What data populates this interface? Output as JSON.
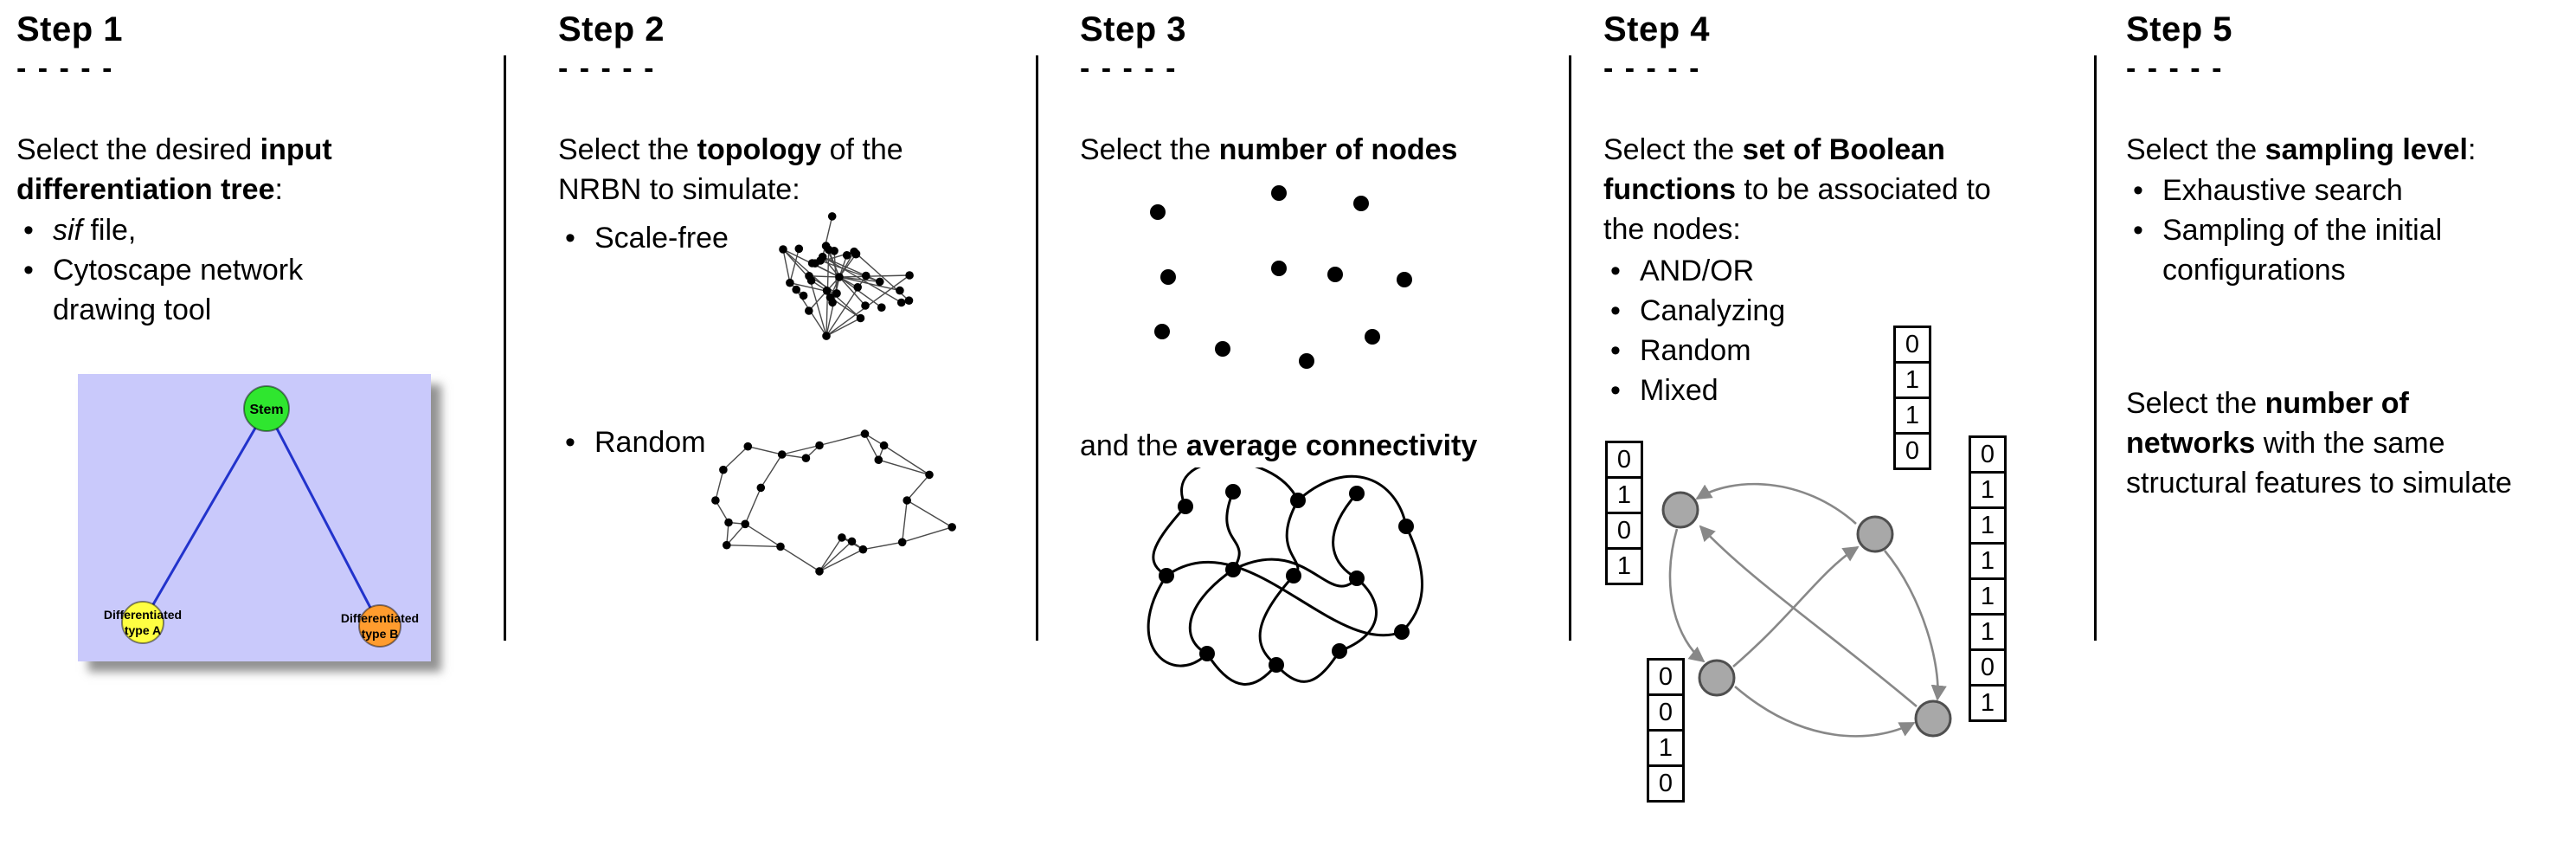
{
  "ui": {
    "bullet": "•"
  },
  "steps": [
    {
      "title": "Step 1",
      "dashes": "- - - - -",
      "intro": [
        {
          "t": "Select the desired "
        },
        {
          "t": "input",
          "b": true
        },
        {
          "br": true
        },
        {
          "t": "differentiation tree",
          "b": true
        },
        {
          "t": ":"
        }
      ],
      "bullets": [
        [
          {
            "t": "sif",
            "i": true
          },
          {
            "t": " file,"
          }
        ],
        [
          {
            "t": "Cytoscape network"
          },
          {
            "br": true
          },
          {
            "t": "drawing tool"
          }
        ]
      ],
      "figure": {
        "bg": "#c9c9fb",
        "edge_color": "#2233cc",
        "stem_label": "Stem",
        "stem_color": "#2fe62f",
        "a_label_1": "Differentiated",
        "a_label_2": "type A",
        "a_color": "#ffff42",
        "b_label_1": "Differentiated",
        "b_label_2": "type B",
        "b_color": "#ff9c2e"
      }
    },
    {
      "title": "Step 2",
      "dashes": "- - - - -",
      "intro": [
        {
          "t": "Select the "
        },
        {
          "t": "topology",
          "b": true
        },
        {
          "t": " of the"
        },
        {
          "br": true
        },
        {
          "t": "NRBN to simulate:"
        }
      ],
      "bullets": [
        [
          {
            "t": "Scale-free"
          }
        ],
        [
          {
            "t": "Random"
          }
        ]
      ]
    },
    {
      "title": "Step 3",
      "dashes": "- - - - -",
      "intro": [
        {
          "t": "Select the "
        },
        {
          "t": "number of nodes",
          "b": true
        }
      ],
      "second": [
        {
          "t": "and the "
        },
        {
          "t": "average connectivity",
          "b": true
        }
      ]
    },
    {
      "title": "Step 4",
      "dashes": "- - - - -",
      "intro": [
        {
          "t": "Select the "
        },
        {
          "t": "set of Boolean",
          "b": true
        },
        {
          "br": true
        },
        {
          "t": "functions",
          "b": true
        },
        {
          "t": " to be associated to"
        },
        {
          "br": true
        },
        {
          "t": "the nodes:"
        }
      ],
      "bullets": [
        [
          {
            "t": "AND/OR"
          }
        ],
        [
          {
            "t": "Canalyzing"
          }
        ],
        [
          {
            "t": "Random"
          }
        ],
        [
          {
            "t": "Mixed"
          }
        ]
      ],
      "truth_tables": {
        "left": [
          "0",
          "1",
          "0",
          "1"
        ],
        "top": [
          "0",
          "1",
          "1",
          "0"
        ],
        "bottom_left": [
          "0",
          "0",
          "1",
          "0"
        ],
        "right": [
          "0",
          "1",
          "1",
          "1",
          "1",
          "1",
          "0",
          "1"
        ]
      }
    },
    {
      "title": "Step 5",
      "dashes": "- - - - -",
      "intro": [
        {
          "t": "Select the "
        },
        {
          "t": "sampling level",
          "b": true
        },
        {
          "t": ":"
        }
      ],
      "bullets": [
        [
          {
            "t": "Exhaustive search"
          }
        ],
        [
          {
            "t": "Sampling of the initial"
          },
          {
            "br": true
          },
          {
            "t": "configurations"
          }
        ]
      ],
      "second": [
        {
          "t": "Select the "
        },
        {
          "t": "number of",
          "b": true
        },
        {
          "br": true
        },
        {
          "t": "networks",
          "b": true
        },
        {
          "t": " with the same"
        },
        {
          "br": true
        },
        {
          "t": "structural features to simulate"
        }
      ]
    }
  ]
}
